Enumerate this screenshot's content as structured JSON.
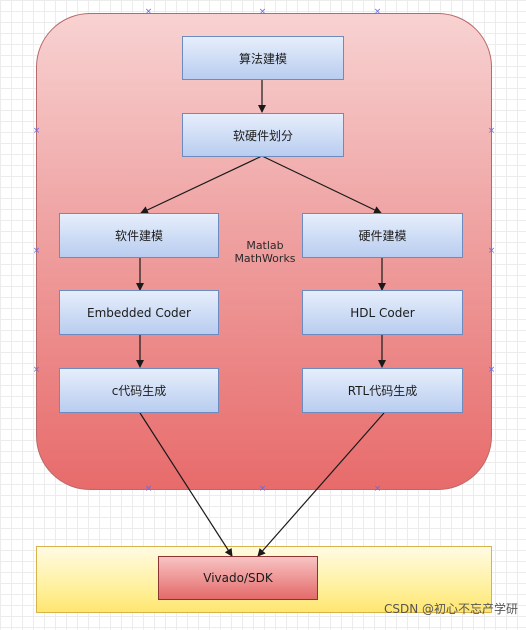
{
  "diagram": {
    "nodes": {
      "algorithm_modeling": "算法建模",
      "hw_sw_partition": "软硬件划分",
      "software_modeling": "软件建模",
      "hardware_modeling": "硬件建模",
      "embedded_coder": "Embedded Coder",
      "hdl_coder": "HDL Coder",
      "c_codegen": "c代码生成",
      "rtl_codegen": "RTL代码生成",
      "vivado_sdk": "Vivado/SDK"
    },
    "center_label": {
      "line1": "Matlab",
      "line2": "MathWorks"
    },
    "edges": [
      [
        "algorithm_modeling",
        "hw_sw_partition"
      ],
      [
        "hw_sw_partition",
        "software_modeling"
      ],
      [
        "hw_sw_partition",
        "hardware_modeling"
      ],
      [
        "software_modeling",
        "embedded_coder"
      ],
      [
        "hardware_modeling",
        "hdl_coder"
      ],
      [
        "embedded_coder",
        "c_codegen"
      ],
      [
        "hdl_coder",
        "rtl_codegen"
      ],
      [
        "c_codegen",
        "vivado_sdk"
      ],
      [
        "rtl_codegen",
        "vivado_sdk"
      ]
    ],
    "colors": {
      "outer_group_fill": "#f0a7a7",
      "bottom_band_fill": "#fff1a0",
      "node_fill": "#c9daf5",
      "target_node_fill": "#e46a6a",
      "connector": "#1a1a1a"
    }
  },
  "watermark": "CSDN @初心不忘产学研"
}
